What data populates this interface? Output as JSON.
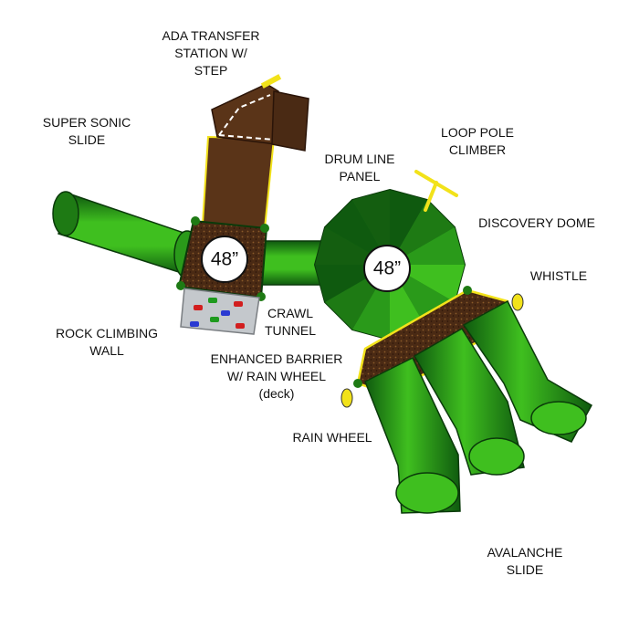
{
  "labels": {
    "ada_transfer": [
      "ADA TRANSFER",
      "STATION W/",
      "STEP"
    ],
    "super_sonic": [
      "SUPER SONIC",
      "SLIDE"
    ],
    "loop_pole": [
      "LOOP POLE",
      "CLIMBER"
    ],
    "drum_line": [
      "DRUM LINE",
      "PANEL"
    ],
    "discovery_dome": [
      "DISCOVERY DOME"
    ],
    "whistle": [
      "WHISTLE"
    ],
    "rock_wall": [
      "ROCK CLIMBING",
      "WALL"
    ],
    "crawl_tunnel": [
      "CRAWL",
      "TUNNEL"
    ],
    "enhanced_barrier": [
      "ENHANCED BARRIER",
      "W/ RAIN WHEEL",
      "(deck)"
    ],
    "rain_wheel": [
      "RAIN WHEEL"
    ],
    "avalanche": [
      "AVALANCHE",
      "SLIDE"
    ]
  },
  "deck_heights": {
    "left_deck": "48”",
    "dome_deck": "48”"
  },
  "colors": {
    "green_light": "#3fbf1f",
    "green_dark": "#0f5a0f",
    "deck_brown": "#4a2a14",
    "yellow": "#f2e21a",
    "rock_panel": "#bfc4c8"
  }
}
